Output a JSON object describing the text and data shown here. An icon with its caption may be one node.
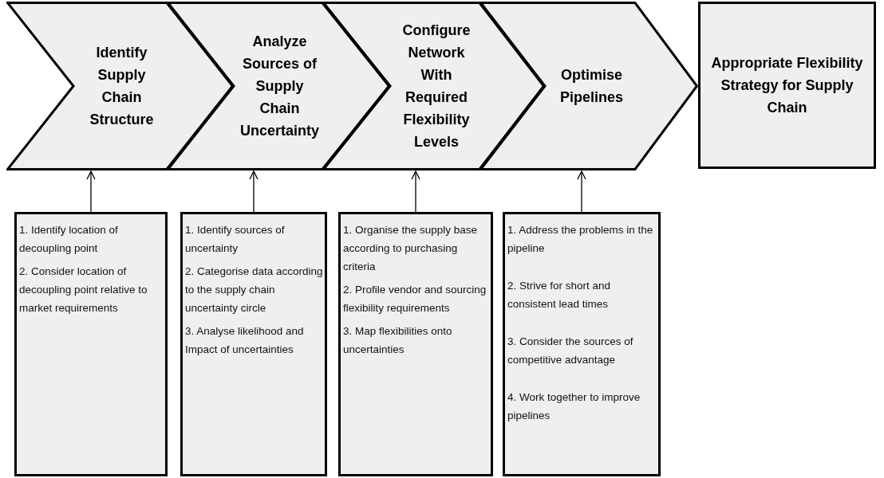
{
  "diagram": {
    "nodes": [
      {
        "text": [
          "Identify Supply Chain Structure"
        ]
      },
      {
        "text": [
          "Analyze Sources of Supply Chain Uncertainty"
        ]
      },
      {
        "text": [
          "Configure Network With Required Flexibility Levels"
        ]
      },
      {
        "text": [
          "Optimise Pipelines"
        ]
      },
      {
        "text": [
          "Appropriate Flexibility Strategy for Supply Chain"
        ]
      },
      {
        "text": [
          "1. Identify location of decoupling point",
          "2. Consider location of decoupling point relative to market requirements"
        ]
      },
      {
        "text": [
          "1. Identify sources of  uncertainty",
          "2. Categorise data according to the supply chain uncertainty circle",
          "3. Analyse likelihood and Impact of uncertainties"
        ]
      },
      {
        "text": [
          "1. Organise the supply base according to purchasing criteria",
          "2. Profile vendor and sourcing flexibility requirements",
          "3. Map flexibilities onto uncertainties"
        ]
      },
      {
        "text": [
          "1. Address the problems in the pipeline",
          "2. Strive for short and consistent lead times",
          "3. Consider the sources of competitive advantage",
          "4. Work together to improve pipelines"
        ]
      }
    ],
    "edges": [
      {
        "from": 5,
        "to": 0,
        "arrow": "to"
      },
      {
        "from": 6,
        "to": 1,
        "arrow": "to"
      },
      {
        "from": 7,
        "to": 2,
        "arrow": "to"
      },
      {
        "from": 8,
        "to": 3,
        "arrow": "to"
      }
    ]
  }
}
